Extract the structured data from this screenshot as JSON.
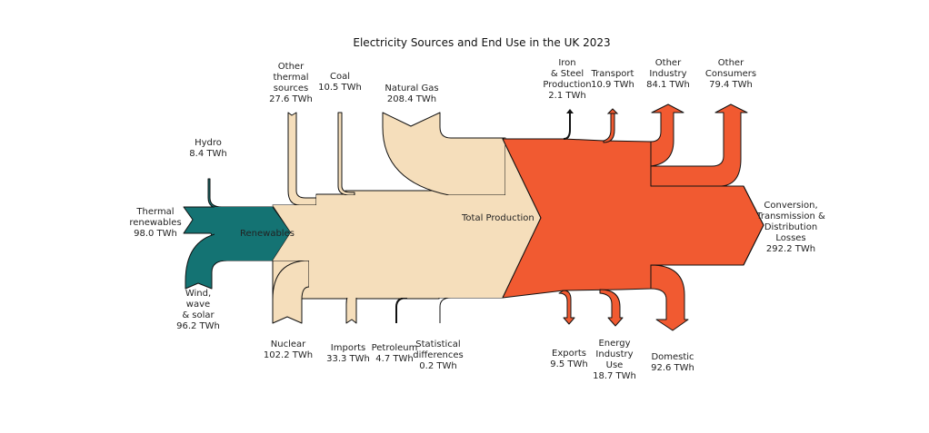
{
  "title": "Electricity Sources and End Use in the UK 2023",
  "colors": {
    "renewables": "#147373",
    "production": "#F5DEBB",
    "end_use": "#F15A31",
    "outline": "#111111"
  },
  "nodes": {
    "renewables": "Renewables",
    "total_production": "Total Production"
  },
  "chart_data": {
    "type": "sankey",
    "title": "Electricity Sources and End Use in the UK 2023",
    "unit": "TWh",
    "renewable_inputs": [
      {
        "name": "Thermal renewables",
        "value": 98.0
      },
      {
        "name": "Hydro",
        "value": 8.4
      },
      {
        "name": "Wind, wave & solar",
        "value": 96.2
      }
    ],
    "production_inputs": [
      {
        "name": "Renewables",
        "value": 202.6
      },
      {
        "name": "Other thermal sources",
        "value": 27.6
      },
      {
        "name": "Coal",
        "value": 10.5
      },
      {
        "name": "Natural Gas",
        "value": 208.4
      },
      {
        "name": "Nuclear",
        "value": 102.2
      },
      {
        "name": "Imports",
        "value": 33.3
      },
      {
        "name": "Petroleum",
        "value": 4.7
      },
      {
        "name": "Statistical differences",
        "value": 0.2
      }
    ],
    "outputs": [
      {
        "name": "Iron & Steel Production",
        "value": 2.1
      },
      {
        "name": "Transport",
        "value": 10.9
      },
      {
        "name": "Other Industry",
        "value": 84.1
      },
      {
        "name": "Other Consumers",
        "value": 79.4
      },
      {
        "name": "Conversion, Transmission & Distribution Losses",
        "value": 292.2
      },
      {
        "name": "Exports",
        "value": 9.5
      },
      {
        "name": "Energy Industry Use",
        "value": 18.7
      },
      {
        "name": "Domestic",
        "value": 92.6
      }
    ]
  },
  "labels": {
    "thermal_renewables": [
      "Thermal",
      "renewables",
      "98.0 TWh"
    ],
    "hydro": [
      "Hydro",
      "8.4 TWh"
    ],
    "wind": [
      "Wind,",
      "wave",
      "& solar",
      "96.2 TWh"
    ],
    "other_thermal": [
      "Other",
      "thermal",
      "sources",
      "27.6 TWh"
    ],
    "coal": [
      "Coal",
      "10.5 TWh"
    ],
    "natural_gas": [
      "Natural Gas",
      "208.4 TWh"
    ],
    "nuclear": [
      "Nuclear",
      "102.2 TWh"
    ],
    "imports": [
      "Imports",
      "33.3 TWh"
    ],
    "petroleum": [
      "Petroleum",
      "4.7 TWh"
    ],
    "stat_diff": [
      "Statistical",
      "differences",
      "0.2 TWh"
    ],
    "iron_steel": [
      "Iron",
      "& Steel",
      "Production",
      "2.1 TWh"
    ],
    "transport": [
      "Transport",
      "10.9 TWh"
    ],
    "other_industry": [
      "Other",
      "Industry",
      "84.1 TWh"
    ],
    "other_consumers": [
      "Other",
      "Consumers",
      "79.4 TWh"
    ],
    "losses": [
      "Conversion,",
      "Transmission &",
      "Distribution",
      "Losses",
      "292.2 TWh"
    ],
    "exports": [
      "Exports",
      "9.5 TWh"
    ],
    "energy_industry": [
      "Energy",
      "Industry",
      "Use",
      "18.7 TWh"
    ],
    "domestic": [
      "Domestic",
      "92.6 TWh"
    ]
  }
}
